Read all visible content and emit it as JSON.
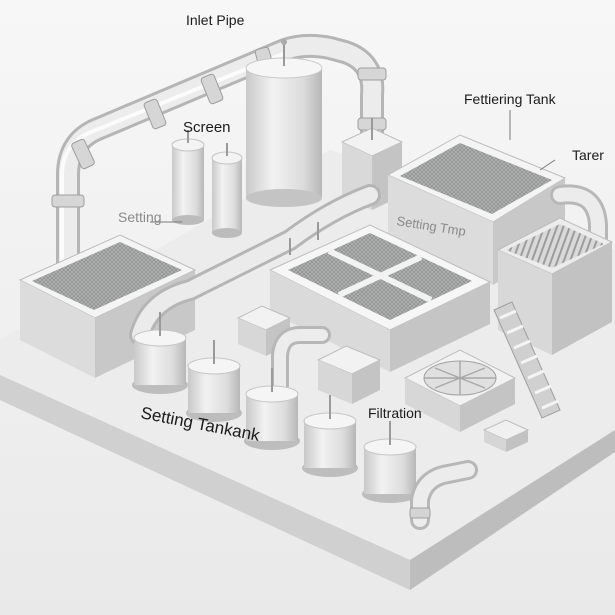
{
  "labels": {
    "inlet_pipe": "Inlet Pipe",
    "screen": "Screen",
    "fettiering_tank": "Fettiering Tank",
    "tarer": "Tarer",
    "setting_left": "Setting",
    "setting_tmp": "Setting Tmp",
    "filtration": "Filtration",
    "setting_tankank": "Setting Tankank"
  }
}
